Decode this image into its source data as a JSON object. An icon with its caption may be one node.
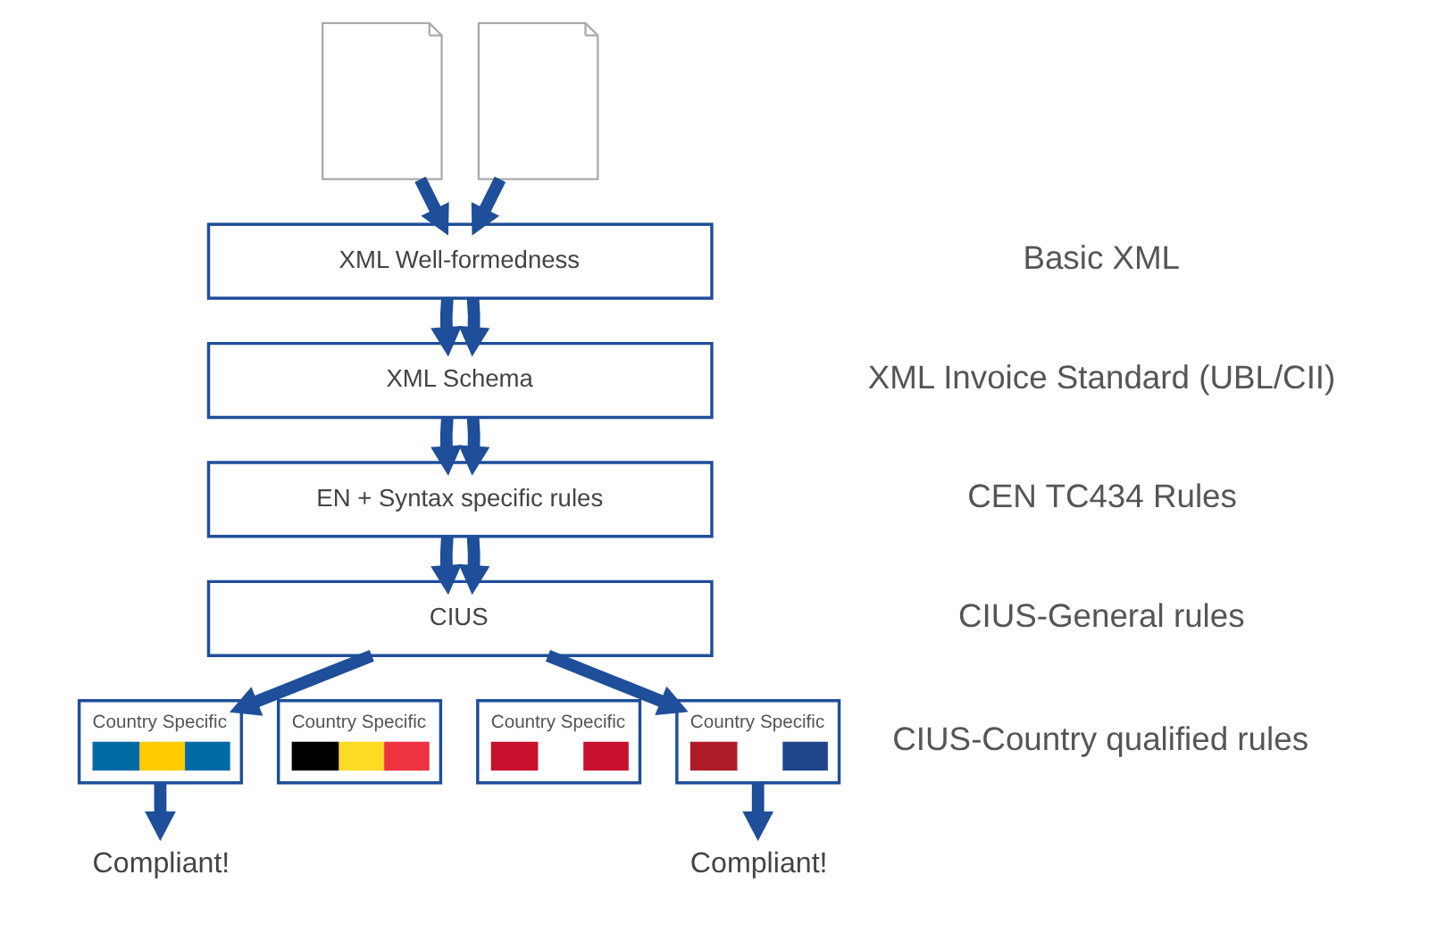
{
  "diagram": {
    "nodes": [
      {
        "text": [],
        "shape": "picture"
      },
      {
        "text": [],
        "shape": "picture"
      },
      {
        "text": [
          "XML Well-formedness"
        ]
      },
      {
        "text": [
          "XML Schema"
        ]
      },
      {
        "text": [
          "EN + Syntax specific rules"
        ]
      },
      {
        "text": [
          "CIUS"
        ]
      },
      {
        "text": [
          "Country Specific"
        ]
      },
      {
        "text": [
          "Country Specific"
        ]
      },
      {
        "text": [
          "Country Specific"
        ]
      },
      {
        "text": [
          "Country Specific"
        ]
      },
      {
        "text": [
          "Compliant!"
        ]
      },
      {
        "text": [
          "Compliant!"
        ]
      }
    ],
    "edges": [
      {
        "from": 0,
        "to": 2,
        "arrow": "to"
      },
      {
        "from": 1,
        "to": 2,
        "arrow": "to"
      },
      {
        "from": 2,
        "to": 3,
        "arrow": "to"
      },
      {
        "from": 2,
        "to": 3,
        "arrow": "to"
      },
      {
        "from": 3,
        "to": 4,
        "arrow": "to"
      },
      {
        "from": 3,
        "to": 4,
        "arrow": "to"
      },
      {
        "from": 4,
        "to": 5,
        "arrow": "to"
      },
      {
        "from": 4,
        "to": 5,
        "arrow": "to"
      },
      {
        "from": 5,
        "to": 6,
        "arrow": "to"
      },
      {
        "from": 5,
        "to": 9,
        "arrow": "to"
      },
      {
        "from": 6,
        "to": 10,
        "arrow": "to"
      },
      {
        "from": 9,
        "to": 11,
        "arrow": "to"
      }
    ],
    "labels": [
      "Basic XML",
      "XML Invoice Standard (UBL/CII)",
      "CEN TC434 Rules",
      "CIUS-General rules",
      "CIUS-Country qualified rules"
    ]
  }
}
